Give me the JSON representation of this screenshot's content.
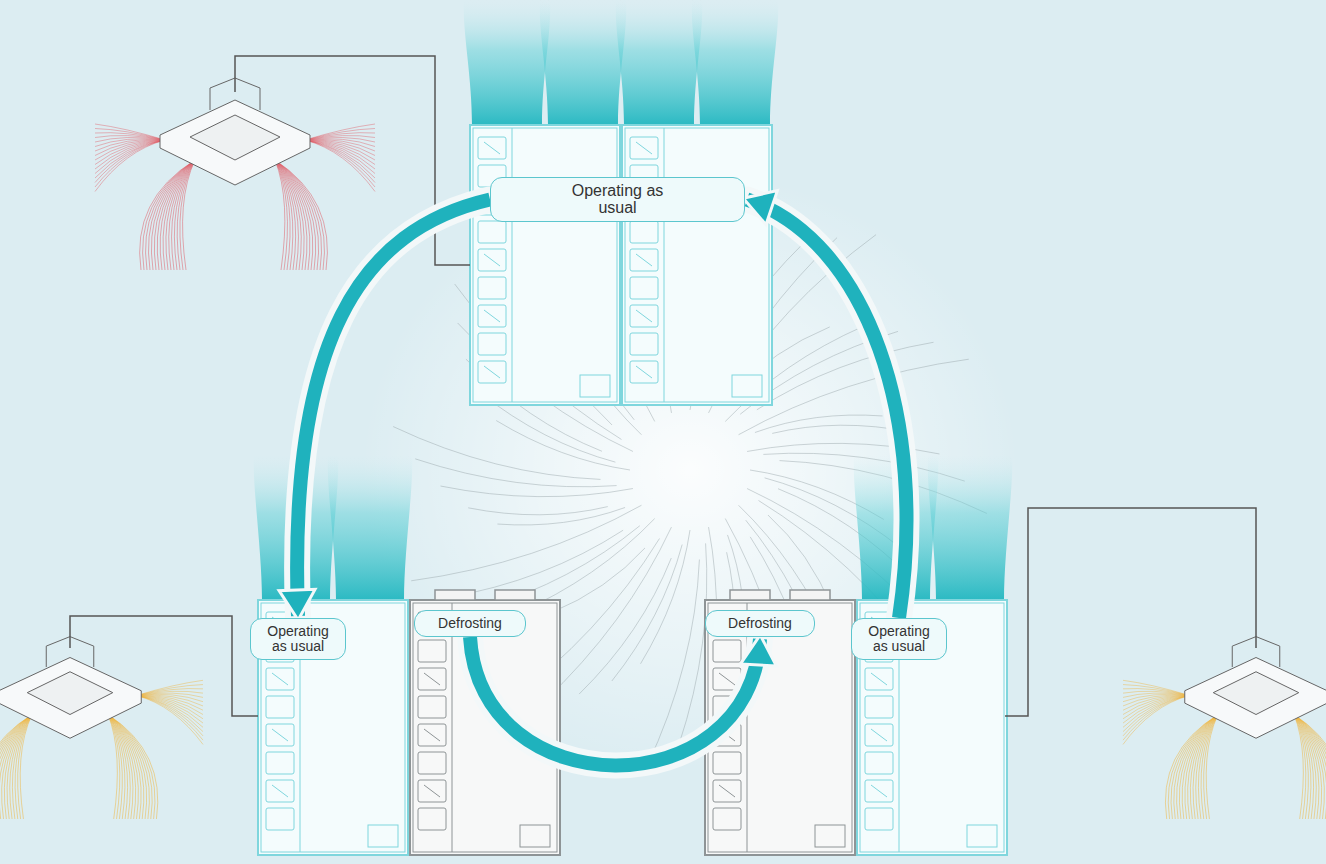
{
  "diagram": {
    "nodes": [
      {
        "text": [
          "Operating as usual"
        ]
      },
      {
        "text": [
          "Operating as usual"
        ]
      },
      {
        "text": [
          "Defrosting"
        ]
      },
      {
        "text": [
          "Defrosting"
        ]
      },
      {
        "text": [
          "Operating as usual"
        ]
      }
    ],
    "edges": [
      {
        "from": 0,
        "to": 1,
        "arrow": "to"
      },
      {
        "from": 2,
        "to": 3,
        "arrow": "to"
      },
      {
        "from": 4,
        "to": 0,
        "arrow": "to"
      }
    ]
  }
}
